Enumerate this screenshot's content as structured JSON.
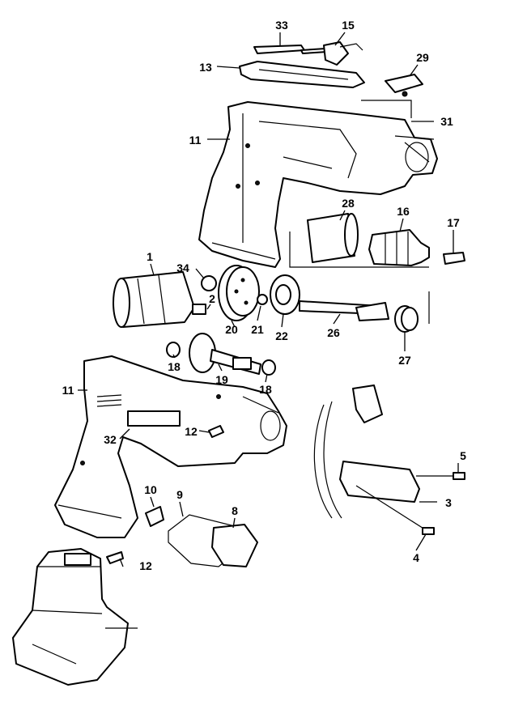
{
  "diagram": {
    "labels": [
      "33",
      "15",
      "13",
      "29",
      "31",
      "11",
      "28",
      "16",
      "17",
      "1",
      "34",
      "2",
      "20",
      "21",
      "22",
      "26",
      "27",
      "18",
      "19",
      "18",
      "11",
      "12",
      "32",
      "5",
      "3",
      "10",
      "9",
      "8",
      "4",
      "12"
    ]
  }
}
